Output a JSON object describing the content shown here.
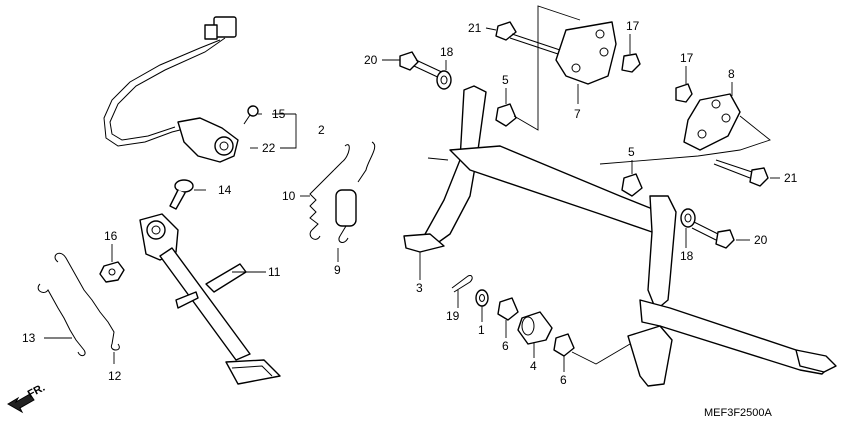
{
  "diagram": {
    "code": "MEF3F2500A",
    "direction_label": "FR.",
    "callouts": [
      {
        "id": "c1",
        "label": "1"
      },
      {
        "id": "c2",
        "label": "2"
      },
      {
        "id": "c3",
        "label": "3"
      },
      {
        "id": "c4",
        "label": "4"
      },
      {
        "id": "c5a",
        "label": "5"
      },
      {
        "id": "c5b",
        "label": "5"
      },
      {
        "id": "c6a",
        "label": "6"
      },
      {
        "id": "c6b",
        "label": "6"
      },
      {
        "id": "c7",
        "label": "7"
      },
      {
        "id": "c8",
        "label": "8"
      },
      {
        "id": "c9",
        "label": "9"
      },
      {
        "id": "c10",
        "label": "10"
      },
      {
        "id": "c11",
        "label": "11"
      },
      {
        "id": "c12",
        "label": "12"
      },
      {
        "id": "c13",
        "label": "13"
      },
      {
        "id": "c14",
        "label": "14"
      },
      {
        "id": "c15",
        "label": "15"
      },
      {
        "id": "c16",
        "label": "16"
      },
      {
        "id": "c17a",
        "label": "17"
      },
      {
        "id": "c17b",
        "label": "17"
      },
      {
        "id": "c18a",
        "label": "18"
      },
      {
        "id": "c18b",
        "label": "18"
      },
      {
        "id": "c19",
        "label": "19"
      },
      {
        "id": "c20a",
        "label": "20"
      },
      {
        "id": "c20b",
        "label": "20"
      },
      {
        "id": "c21a",
        "label": "21"
      },
      {
        "id": "c21b",
        "label": "21"
      },
      {
        "id": "c22",
        "label": "22"
      }
    ]
  }
}
